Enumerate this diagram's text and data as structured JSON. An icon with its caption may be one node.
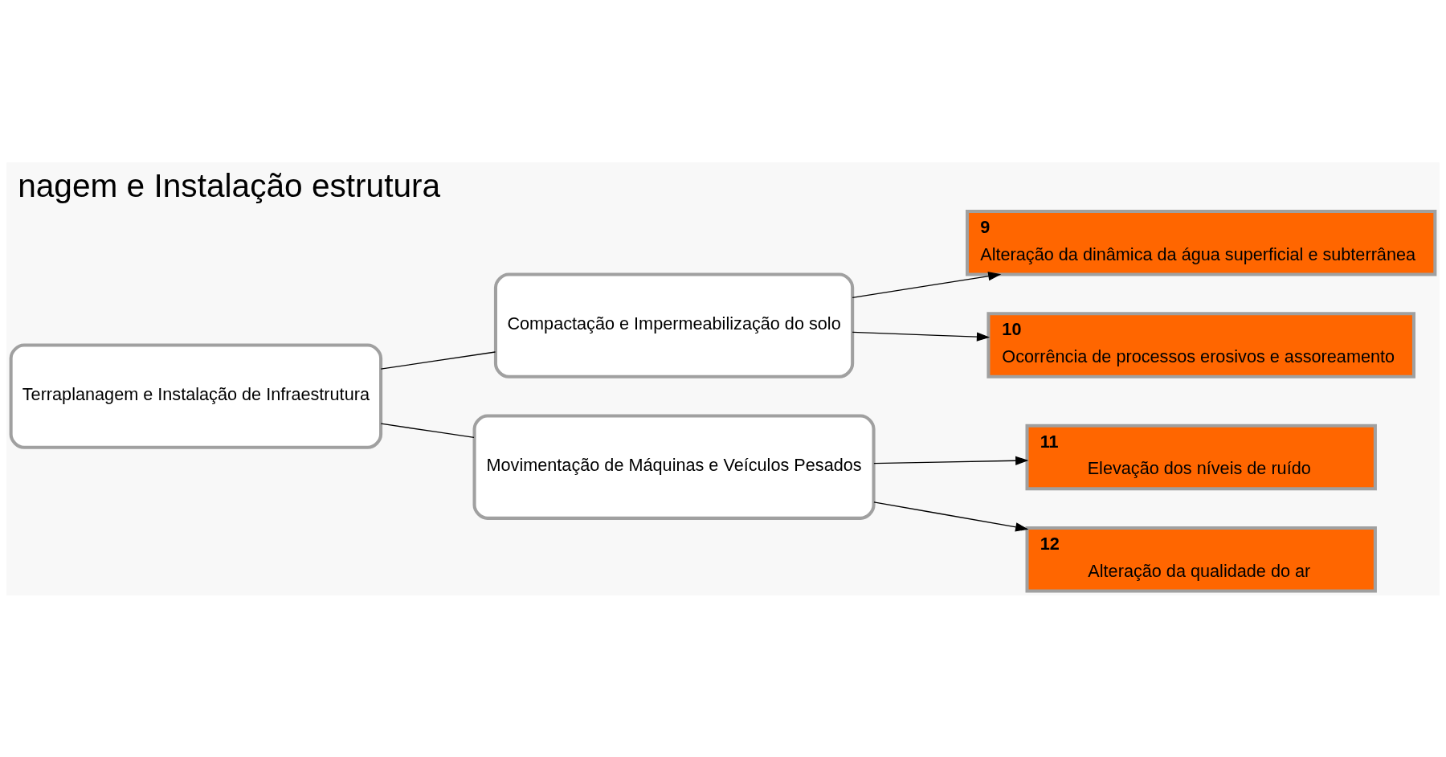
{
  "diagram": {
    "title": "nagem e Instalação estrutura",
    "nodes": [
      {
        "text": [
          "Terraplanagem e Instalação de Infraestrutura"
        ]
      },
      {
        "text": [
          "Compactação e Impermeabilização do solo"
        ]
      },
      {
        "text": [
          "Movimentação de Máquinas e Veículos Pesados"
        ]
      },
      {
        "text": [
          "9",
          "Alteração da dinâmica da água superficial e subterrânea"
        ]
      },
      {
        "text": [
          "10",
          "Ocorrência de processos erosivos e assoreamento"
        ]
      },
      {
        "text": [
          "11",
          "Elevação dos níveis de ruído"
        ]
      },
      {
        "text": [
          "12",
          "Alteração da qualidade do ar"
        ]
      }
    ],
    "edges": [
      {
        "from": 0,
        "to": 1,
        "arrow": "none"
      },
      {
        "from": 0,
        "to": 2,
        "arrow": "none"
      },
      {
        "from": 1,
        "to": 3,
        "arrow": "to"
      },
      {
        "from": 1,
        "to": 4,
        "arrow": "to"
      },
      {
        "from": 2,
        "to": 5,
        "arrow": "to"
      },
      {
        "from": 2,
        "to": 6,
        "arrow": "to"
      }
    ]
  }
}
